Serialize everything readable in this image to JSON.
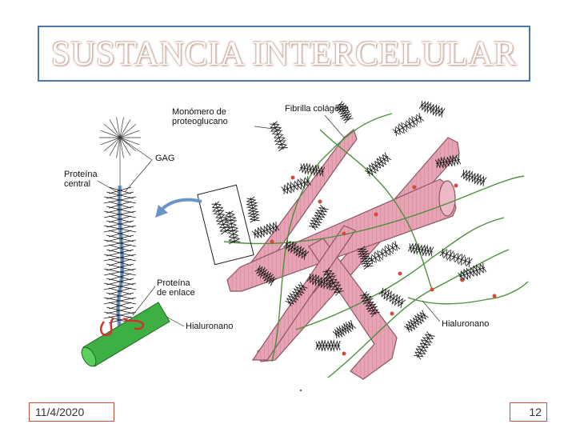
{
  "slide": {
    "title": "SUSTANCIA INTERCELULAR",
    "date": "11/4/2020",
    "page_number": "12"
  },
  "diagram": {
    "labels": {
      "monomer": "Monómero de\nproteoglucano",
      "collagen": "Fibrilla colágena",
      "gag": "GAG",
      "core_protein": "Proteína\ncentral",
      "link_protein": "Proteína\nde enlace",
      "hyaluronan_left": "Hialuronano",
      "hyaluronan_right": "Hialuronano"
    },
    "colors": {
      "collagen_fill": "#e7a3b4",
      "collagen_stroke": "#8c5563",
      "hyaluronan_green": "#3eb043",
      "core_protein_blue": "#7f9fc6",
      "link_protein_red": "#d32f2f",
      "arrow_blue": "#6b95c8",
      "thread_green": "#4f8f3e"
    }
  }
}
